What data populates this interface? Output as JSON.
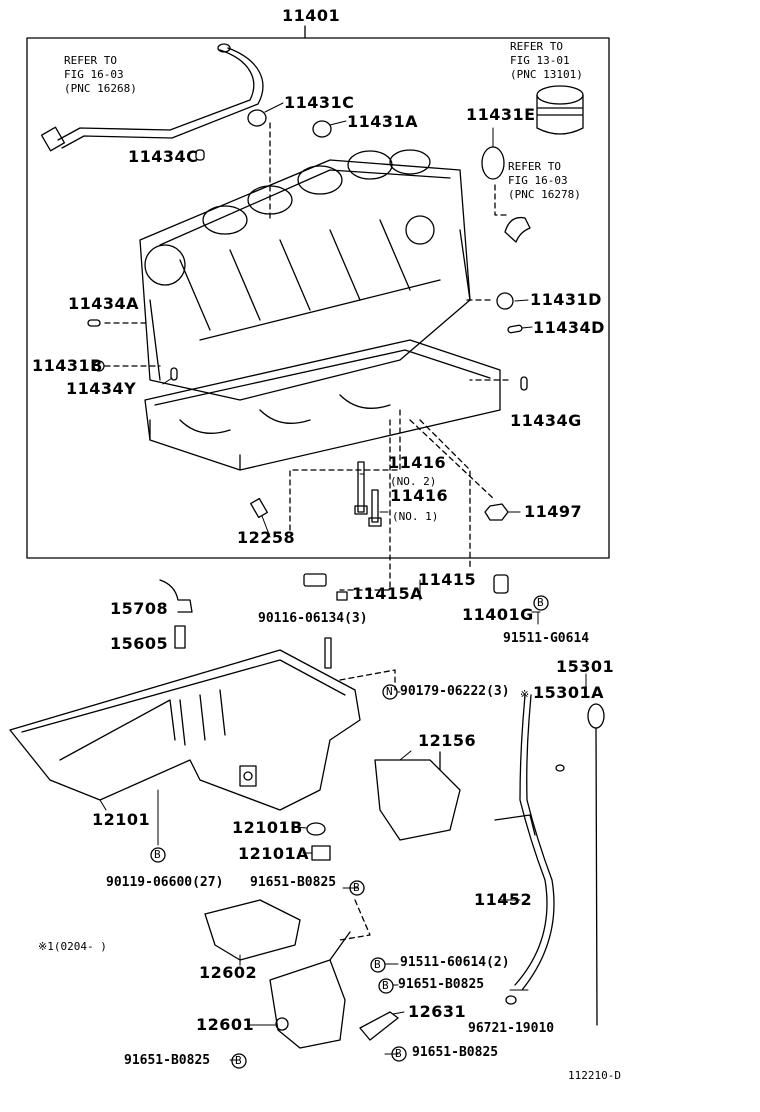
{
  "diagram": {
    "parts": {
      "p11401": "11401",
      "p11431C": "11431C",
      "p11431A": "11431A",
      "p11431E": "11431E",
      "p11434C": "11434C",
      "p11434A": "11434A",
      "p11431D": "11431D",
      "p11434D": "11434D",
      "p11431B": "11431B",
      "p11434Y": "11434Y",
      "p11434G": "11434G",
      "p11416a": "11416",
      "no2": "(NO. 2)",
      "p11416b": "11416",
      "no1": "(NO. 1)",
      "p11497": "11497",
      "p12258": "12258",
      "p11415": "11415",
      "p11415A": "11415A",
      "p15708": "15708",
      "p15605": "15605",
      "p90116": "90116-06134(3)",
      "p11401G": "11401G",
      "p91511G": "91511-G0614",
      "p15301": "15301",
      "p90179": "90179-06222(3)",
      "p15301A": "15301A",
      "p12156": "12156",
      "p12101": "12101",
      "p12101B": "12101B",
      "p12101A": "12101A",
      "p90119": "90119-06600(27)",
      "p91651a": "91651-B0825",
      "p11452": "11452",
      "note": "※1(0204-      )",
      "p12602": "12602",
      "p91511_60614": "91511-60614(2)",
      "p91651b": "91651-B0825",
      "p12631": "12631",
      "p12601": "12601",
      "p96721": "96721-19010",
      "p91651c": "91651-B0825",
      "p91651d": "91651-B0825",
      "code": "112210-D"
    },
    "refs": {
      "ref1": "REFER TO\nFIG 16-03\n(PNC 16268)",
      "ref2": "REFER TO\nFIG 13-01\n(PNC 13101)",
      "ref3": "REFER TO\nFIG 16-03\n(PNC 16278)"
    },
    "symbols": {
      "b": "B",
      "n": "N",
      "star": "※"
    }
  }
}
